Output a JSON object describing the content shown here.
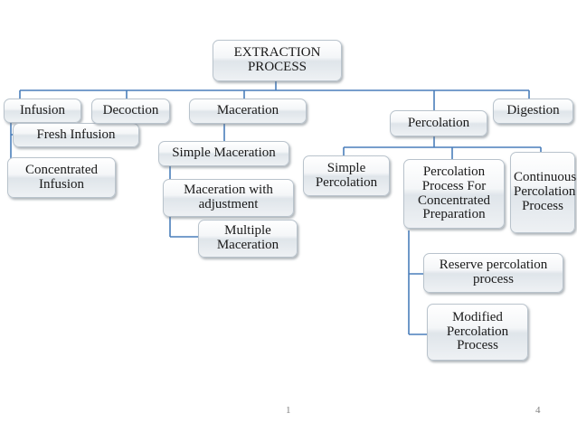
{
  "slide": {
    "page_number_left": "1",
    "page_number_right": "4",
    "background": "#ffffff",
    "node_border_color": "#b9c3cc",
    "connector_color": "#4a7ebb"
  },
  "diagram": {
    "type": "hierarchy-tree",
    "root": {
      "id": "root",
      "label": "EXTRACTION PROCESS"
    },
    "nodes": [
      {
        "id": "infusion",
        "label": "Infusion"
      },
      {
        "id": "fresh-infusion",
        "label": "Fresh Infusion"
      },
      {
        "id": "concentrated-infusion",
        "label": "Concentrated Infusion"
      },
      {
        "id": "decoction",
        "label": "Decoction"
      },
      {
        "id": "maceration",
        "label": "Maceration"
      },
      {
        "id": "simple-maceration",
        "label": "Simple Maceration"
      },
      {
        "id": "maceration-with-adjustment",
        "label": "Maceration with adjustment"
      },
      {
        "id": "multiple-maceration",
        "label": "Multiple Maceration"
      },
      {
        "id": "percolation",
        "label": "Percolation"
      },
      {
        "id": "simple-percolation",
        "label": "Simple Percolation"
      },
      {
        "id": "percolation-process-concentrated",
        "label": "Percolation Process For Concentrated Preparation"
      },
      {
        "id": "continuous-percolation",
        "label": "Continuous Percolation Process"
      },
      {
        "id": "reserve-percolation",
        "label": "Reserve percolation process"
      },
      {
        "id": "modified-percolation",
        "label": "Modified Percolation Process"
      },
      {
        "id": "digestion",
        "label": "Digestion"
      }
    ]
  }
}
